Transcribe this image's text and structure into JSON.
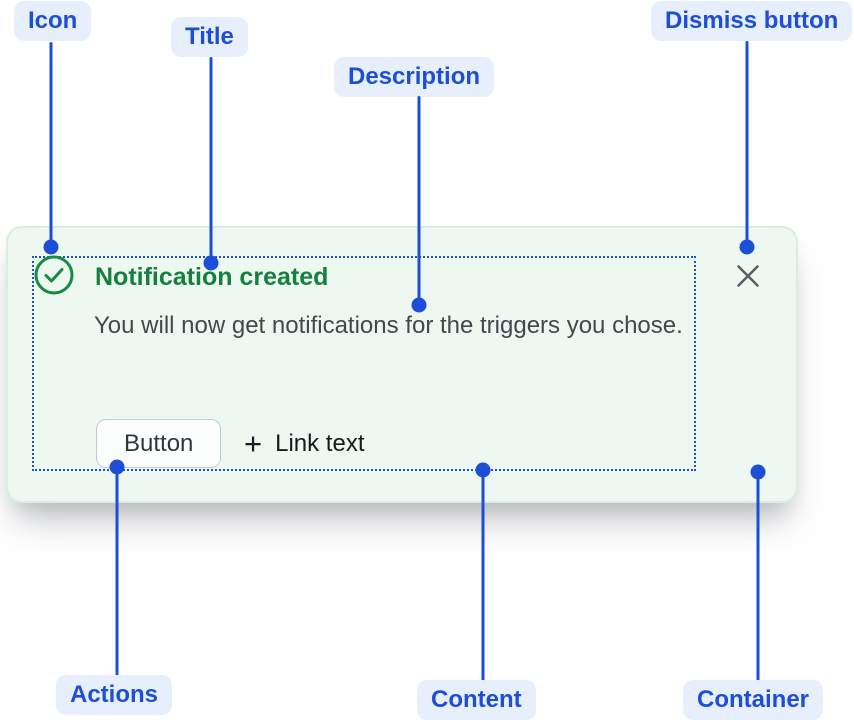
{
  "colors": {
    "accent_blue": "#1d4ed8",
    "success_green": "#15803d",
    "card_background": "#edf8f1",
    "description_text": "#43484f",
    "dismiss_gray": "#5b5f67"
  },
  "callouts": {
    "icon": "Icon",
    "title": "Title",
    "description": "Description",
    "dismiss": "Dismiss button",
    "actions": "Actions",
    "content": "Content",
    "container": "Container"
  },
  "toast": {
    "icon_name": "check-circle-icon",
    "title": "Notification created",
    "description": "You will now get notifications for the triggers you chose.",
    "actions": {
      "button_label": "Button",
      "link_plus": "+",
      "link_label": "Link text"
    },
    "dismiss_icon_name": "close-icon"
  }
}
